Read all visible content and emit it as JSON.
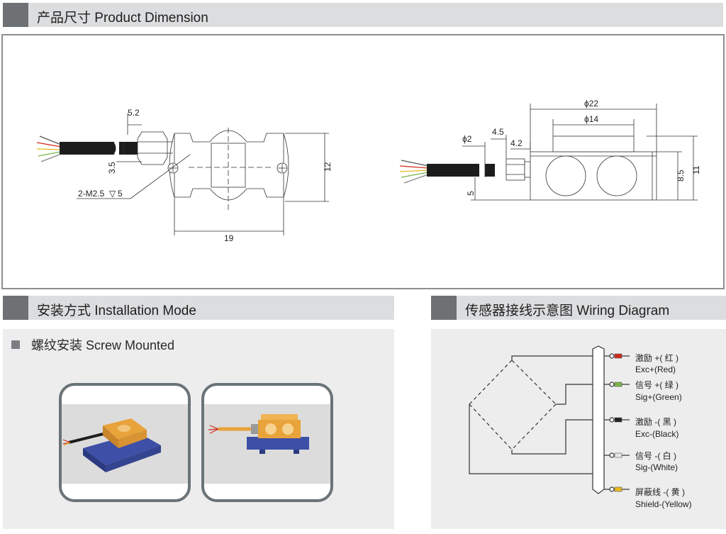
{
  "sections": {
    "dimension": {
      "title": "产品尺寸 Product Dimension"
    },
    "installation": {
      "title": "安装方式 Installation Mode",
      "subtitle": "螺纹安装 Screw Mounted"
    },
    "wiring": {
      "title": "传感器接线示意图  Wiring Diagram"
    }
  },
  "dimension_drawing": {
    "left_view": {
      "dim_cable_offset": "5.2",
      "dim_cable_height": "3.5",
      "dim_height": "12",
      "dim_width": "19",
      "hole_note": "2-M2.5",
      "hole_depth_symbol": "▽",
      "hole_depth": "5"
    },
    "right_view": {
      "dim_outer_dia": "ϕ22",
      "dim_inner_dia": "ϕ14",
      "dim_cable_dia": "ϕ2",
      "dim_nut_length": "4.5",
      "dim_thread_length": "4.2",
      "dim_base_height": "5",
      "dim_body_height": "8.5",
      "dim_total_height": "11"
    }
  },
  "wiring": {
    "wires": [
      {
        "cn": "激励 +( 红 )",
        "en": "Exc+(Red)",
        "color": "#d02a1c"
      },
      {
        "cn": "信号 +( 绿 )",
        "en": "Sig+(Green)",
        "color": "#7ab648"
      },
      {
        "cn": "激励 -( 黑 )",
        "en": "Exc-(Black)",
        "color": "#222222"
      },
      {
        "cn": "信号 -( 白 )",
        "en": "Sig-(White)",
        "color": "#e6e6e6"
      },
      {
        "cn": "屏蔽线 -( 黄 )",
        "en": "Shield-(Yellow)",
        "color": "#e8b820"
      }
    ]
  },
  "colors": {
    "header_bar": "#dcdddf",
    "header_block": "#6d7174",
    "panel_bg": "#ededee",
    "card_border": "#6a7378",
    "sensor_orange": "#e8a33a",
    "mount_blue": "#3d4fa6"
  }
}
